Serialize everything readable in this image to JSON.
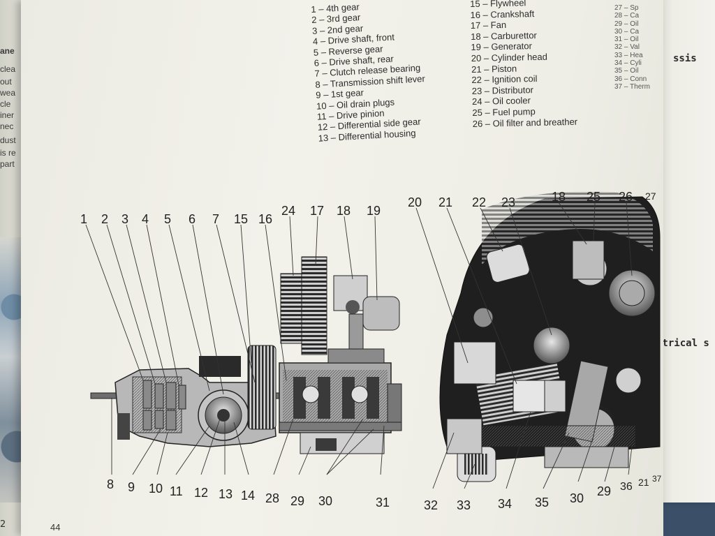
{
  "left_page": {
    "heading": "ane",
    "lines": [
      "clea",
      "out",
      "wea",
      "cle",
      "iner",
      "nec",
      "dust",
      "is re",
      "part"
    ],
    "page_number": "2"
  },
  "page": {
    "page_number": "44",
    "legend_col1": [
      "1 – 4th gear",
      "2 – 3rd gear",
      "3 – 2nd gear",
      "4 – Drive shaft, front",
      "5 – Reverse gear",
      "6 – Drive shaft, rear",
      "7 – Clutch release bearing",
      "8 – Transmission shift lever",
      "9 – 1st gear",
      "10 – Oil drain plugs",
      "11 – Drive pinion",
      "12 – Differential side gear",
      "13 – Differential housing"
    ],
    "legend_col2": [
      "15 – Flywheel",
      "16 – Crankshaft",
      "17 – Fan",
      "18 – Carburettor",
      "19 – Generator",
      "20 – Cylinder head",
      "21 – Piston",
      "22 – Ignition coil",
      "23 – Distributor",
      "24 – Oil cooler",
      "25 – Fuel pump",
      "26 – Oil filter and breather"
    ],
    "legend_col3": [
      "27 – Sp",
      "28 – Ca",
      "29 – Oil",
      "30 – Ca",
      "31 – Oil",
      "32 – Val",
      "33 – Hea",
      "34 – Cyli",
      "35 – Oil",
      "36 – Conn",
      "37 – Therm"
    ],
    "callouts_top": [
      "1",
      "2",
      "3",
      "4",
      "5",
      "6",
      "7",
      "15",
      "16",
      "24",
      "17",
      "18",
      "19",
      "20",
      "21",
      "22",
      "23",
      "18",
      "25",
      "26",
      "27"
    ],
    "callouts_bottom": [
      "8",
      "9",
      "10",
      "11",
      "12",
      "13",
      "14",
      "28",
      "29",
      "30",
      "31",
      "32",
      "33",
      "34",
      "35",
      "30",
      "29",
      "36",
      "21",
      "37"
    ]
  },
  "right_page": {
    "heading_1": "ssis",
    "heading_2": "ctrical s"
  },
  "colors": {
    "paper": "#efeee6",
    "ink": "#222222",
    "background": "#3b5068"
  }
}
